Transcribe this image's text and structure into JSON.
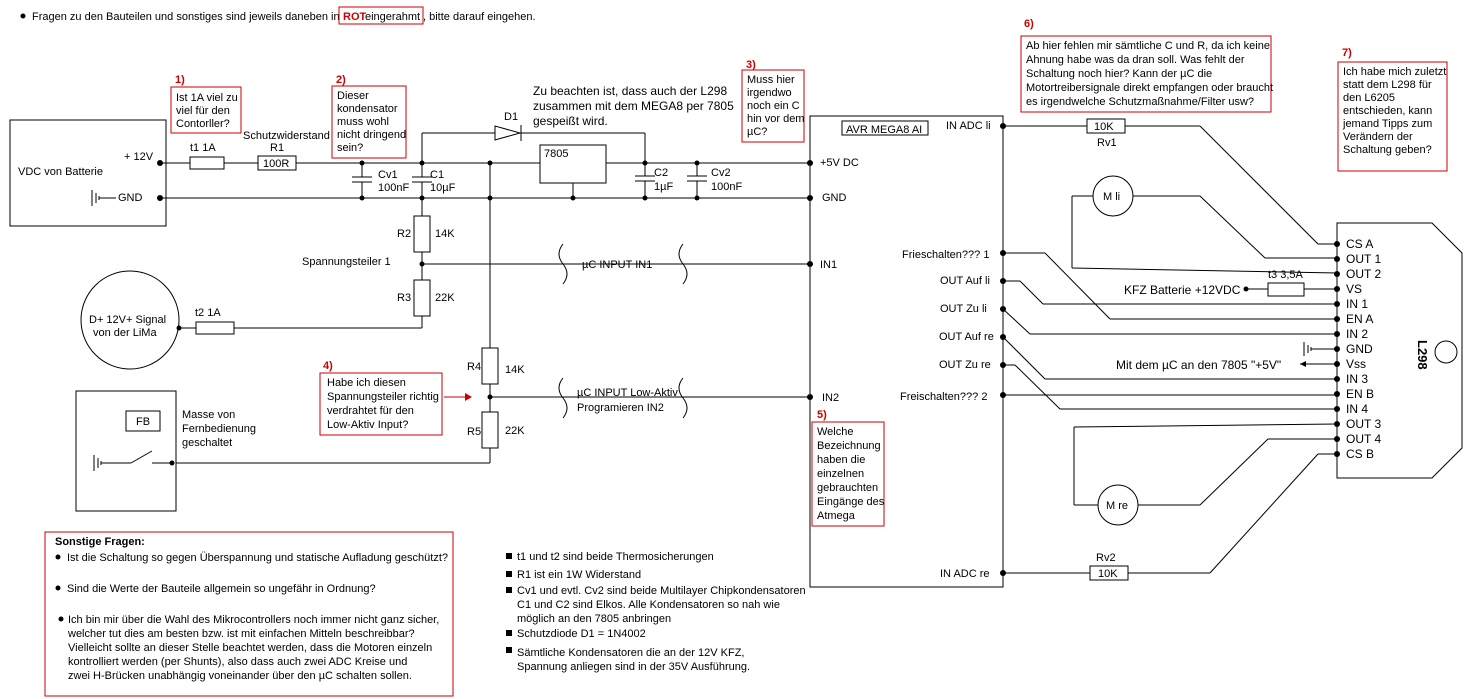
{
  "header": {
    "note_pre": "Fragen zu den Bauteilen und sonstiges sind jeweils daneben in",
    "note_rot": "ROT",
    "note_boxed_rest": " eingerahmt",
    "note_post": ", bitte darauf eingehen."
  },
  "sources": {
    "battery": "VDC von Batterie",
    "plus12": "+ 12V",
    "gnd": "GND",
    "lima_line1": "D+ 12V+ Signal",
    "lima_line2": "von der LiMa",
    "fb_label": "FB",
    "fb_line1": "Masse  von",
    "fb_line2": "Fernbedienung",
    "fb_line3": "geschaltet"
  },
  "components": {
    "t1": "t1 1A",
    "r1": "R1",
    "r1_value": "100R",
    "schutz": "Schutzwiderstand",
    "cv1": "Cv1",
    "cv1_value": "100nF",
    "c1": "C1",
    "c1_value": "10µF",
    "d1": "D1",
    "reg": "7805",
    "c2": "C2",
    "c2_value": "1µF",
    "cv2": "Cv2",
    "cv2_value": "100nF",
    "r2": "R2",
    "r2_value": "14K",
    "divider": "Spannungsteiler 1",
    "r3": "R3",
    "r3_value": "22K",
    "t2": "t2 1A",
    "r4": "R4",
    "r4_value": "14K",
    "r5": "R5",
    "r5_value": "22K",
    "uc_input1": "µC INPUT  IN1",
    "uc_input2_line1": "µC INPUT Low-Aktiv",
    "uc_input2_line2": "Programieren  IN2",
    "l298_note_line1": "Zu beachten ist, dass auch der L298",
    "l298_note_line2": "zusammen mit dem MEGA8 per 7805",
    "l298_note_line3": "gespeißt wird."
  },
  "avr": {
    "title": "AVR  MEGA8 AI",
    "vcc": "+5V DC",
    "gnd": "GND",
    "in1": "IN1",
    "in2": "IN2",
    "adc_li": "IN ADC li",
    "adc_re": "IN ADC re",
    "frei1": "Frieschalten??? 1",
    "out_auf_li": "OUT Auf li",
    "out_zu_li": "OUT Zu li",
    "out_auf_re": "OUT Auf re",
    "out_zu_re": "OUT Zu re",
    "frei2": "Freischalten??? 2"
  },
  "driver": {
    "name": "L298",
    "pins": [
      "CS A",
      "OUT 1",
      "OUT 2",
      "VS",
      "IN 1",
      "EN A",
      "IN 2",
      "GND",
      "Vss",
      "IN 3",
      "EN B",
      "IN 4",
      "OUT 3",
      "OUT 4",
      "CS B"
    ],
    "rv1": "10K",
    "rv1_label": "Rv1",
    "rv2": "10K",
    "rv2_label": "Rv2",
    "motor_li": "M li",
    "motor_re": "M re",
    "t3": "t3 3,5A",
    "kfz": "KFZ Batterie +12VDC",
    "vss_note": "Mit dem µC an den 7805 \"+5V\""
  },
  "questions": {
    "q1_num": "1)",
    "q1": [
      "Ist 1A viel zu",
      "viel für den",
      "Contorller?"
    ],
    "q2_num": "2)",
    "q2": [
      "Dieser",
      "kondensator",
      "muss wohl",
      "nicht dringend",
      "sein?"
    ],
    "q3_num": "3)",
    "q3": [
      "Muss hier",
      "irgendwo",
      "noch ein C",
      "hin vor dem",
      "µC?"
    ],
    "q4_num": "4)",
    "q4": [
      "Habe ich diesen",
      "Spannungsteiler richtig",
      "verdrahtet für den",
      "Low-Aktiv Input?"
    ],
    "q5_num": "5)",
    "q5": [
      "Welche",
      "Bezeichnung",
      "haben die",
      "einzelnen",
      "gebrauchten",
      "Eingänge des",
      "Atmega"
    ],
    "q6_num": "6)",
    "q6": [
      "Ab hier fehlen mir sämtliche C und R, da ich keine",
      "Ahnung habe was da dran soll. Was fehlt der",
      "Schaltung noch hier? Kann der µC die",
      "Motortreibersignale direkt empfangen oder braucht",
      "es irgendwelche Schutzmaßnahme/Filter usw?"
    ],
    "q7_num": "7)",
    "q7": [
      "Ich habe mich zuletzt",
      "statt dem L298 für",
      "den L6205",
      "entschieden, kann",
      "jemand Tipps zum",
      "Verändern der",
      "Schaltung geben?"
    ]
  },
  "sonstige": {
    "title": "Sonstige Fragen:",
    "b1": "Ist die Schaltung so gegen Überspannung und statische Aufladung geschützt?",
    "b2": "Sind die Werte der Bauteile allgemein so ungefähr in Ordnung?",
    "b3": [
      "Ich bin mir über die Wahl des Mikrocontrollers noch immer nicht ganz sicher,",
      "welcher tut dies am besten bzw. ist mit einfachen Mitteln beschreibbar?",
      "Vielleicht sollte an dieser Stelle beachtet werden, dass die Motoren einzeln",
      "kontrolliert werden (per Shunts), also dass auch zwei ADC Kreise und",
      "zwei H-Brücken unabhängig voneinander über den µC schalten sollen."
    ]
  },
  "notes": {
    "n1": "t1 und t2 sind beide Thermosicherungen",
    "n2": "R1 ist ein 1W Widerstand",
    "n3": [
      "Cv1 und evtl. Cv2 sind beide Multilayer Chipkondensatoren",
      "C1 und C2 sind Elkos. Alle Kondensatoren so nah wie",
      "möglich an den 7805 anbringen"
    ],
    "n4": "Schutzdiode D1 = 1N4002",
    "n5": [
      "Sämtliche Kondensatoren die an der 12V KFZ,",
      "Spannung anliegen sind in  der 35V Ausführung."
    ]
  },
  "colors": {
    "accent": "#cc0000",
    "line": "#000000",
    "background": "#ffffff"
  }
}
